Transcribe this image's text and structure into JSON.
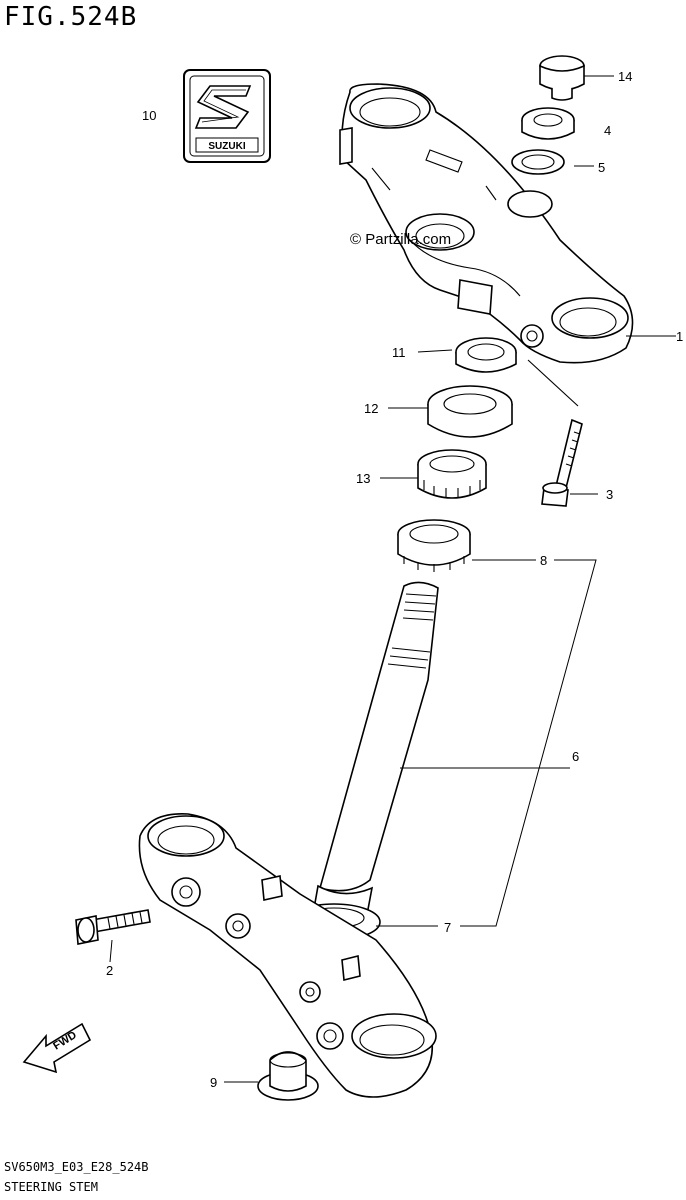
{
  "figure": {
    "title": "FIG.524B"
  },
  "watermark": "© Partzilla.com",
  "logo": {
    "brand_text": "SUZUKI",
    "icon": "suzuki-s-logo-icon"
  },
  "fwd_label": "FWD",
  "callouts": [
    {
      "id": "c1",
      "label": "1"
    },
    {
      "id": "c2",
      "label": "2"
    },
    {
      "id": "c3",
      "label": "3"
    },
    {
      "id": "c4",
      "label": "4"
    },
    {
      "id": "c5",
      "label": "5"
    },
    {
      "id": "c6",
      "label": "6"
    },
    {
      "id": "c7",
      "label": "7"
    },
    {
      "id": "c8",
      "label": "8"
    },
    {
      "id": "c9",
      "label": "9"
    },
    {
      "id": "c10",
      "label": "10"
    },
    {
      "id": "c11",
      "label": "11"
    },
    {
      "id": "c12",
      "label": "12"
    },
    {
      "id": "c13",
      "label": "13"
    },
    {
      "id": "c14",
      "label": "14"
    }
  ],
  "footer": {
    "code": "SV650M3_E03_E28_524B",
    "name": "STEERING STEM"
  },
  "colors": {
    "line": "#000000",
    "background": "#ffffff"
  }
}
